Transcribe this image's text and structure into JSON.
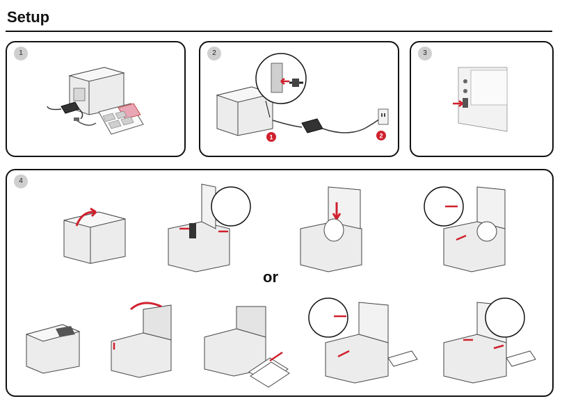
{
  "page": {
    "title": "Setup",
    "separator": "or"
  },
  "steps": [
    {
      "number": "1"
    },
    {
      "number": "2",
      "callouts": [
        "1",
        "2"
      ]
    },
    {
      "number": "3"
    },
    {
      "number": "4"
    }
  ],
  "colors": {
    "accent": "#d0202e",
    "badge": "#cfcfcf",
    "outline": "#111111",
    "printer_body": "#e9e9e9"
  }
}
